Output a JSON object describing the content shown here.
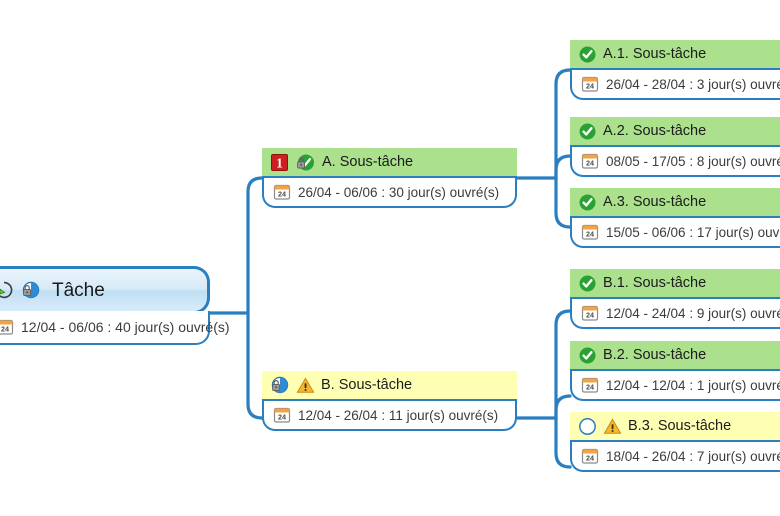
{
  "diagram": {
    "type": "mind-map-task-tree",
    "language": "fr",
    "accent_color": "#2a7fc1",
    "done_color": "#2aa233",
    "node_green": "#abe08c",
    "node_yellow": "#ffffb4",
    "priority_color": "#cc1f1f",
    "warning_color": "#f5b731"
  },
  "root": {
    "label": "Tâche",
    "detail": "12/04 - 06/06 : 40 jour(s) ouvré(s)",
    "icons": [
      "recycle-icon",
      "progress-pie-locked-icon"
    ],
    "calendar_icon": "calendar-icon"
  },
  "branches": [
    {
      "id": "A",
      "label": "A. Sous-tâche",
      "detail": "26/04 - 06/06 : 30 jour(s) ouvré(s)",
      "color": "green",
      "icons": [
        "priority-1-icon",
        "done-check-locked-icon"
      ],
      "children": [
        {
          "id": "A.1",
          "label": "A.1. Sous-tâche",
          "detail": "26/04 - 28/04 : 3 jour(s) ouvré",
          "color": "green",
          "icons": [
            "done-check-icon"
          ]
        },
        {
          "id": "A.2",
          "label": "A.2. Sous-tâche",
          "detail": "08/05 - 17/05 : 8 jour(s) ouvré",
          "color": "green",
          "icons": [
            "done-check-icon"
          ]
        },
        {
          "id": "A.3",
          "label": "A.3. Sous-tâche",
          "detail": "15/05 - 06/06 : 17 jour(s) ouvré",
          "color": "green",
          "icons": [
            "done-check-icon"
          ]
        }
      ]
    },
    {
      "id": "B",
      "label": "B. Sous-tâche",
      "detail": "12/04 - 26/04 : 11 jour(s) ouvré(s)",
      "color": "yellow",
      "icons": [
        "progress-pie-locked-icon",
        "warning-icon"
      ],
      "children": [
        {
          "id": "B.1",
          "label": "B.1. Sous-tâche",
          "detail": "12/04 - 24/04 : 9 jour(s) ouvré",
          "color": "green",
          "icons": [
            "done-check-icon"
          ]
        },
        {
          "id": "B.2",
          "label": "B.2. Sous-tâche",
          "detail": "12/04 - 12/04 : 1 jour(s) ouvré",
          "color": "green",
          "icons": [
            "done-check-icon"
          ]
        },
        {
          "id": "B.3",
          "label": "B.3. Sous-tâche",
          "detail": "18/04 - 26/04 : 7 jour(s) ouvré",
          "color": "yellow",
          "icons": [
            "not-started-circle-icon",
            "warning-icon"
          ]
        }
      ]
    }
  ],
  "calendar_badge": "24"
}
